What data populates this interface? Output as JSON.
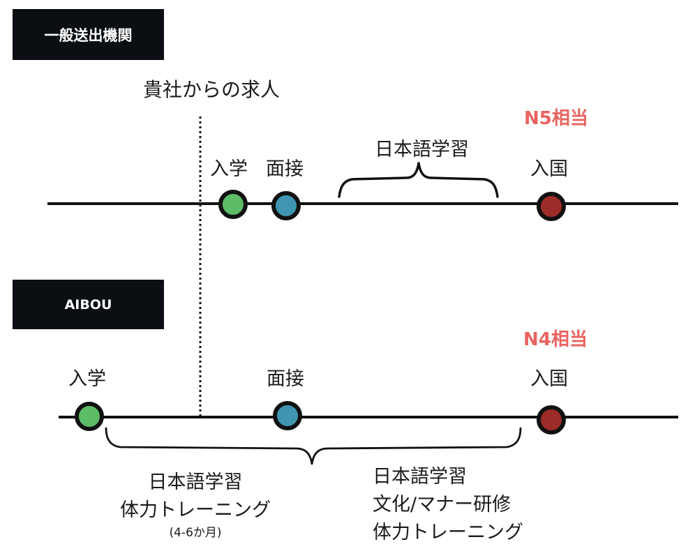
{
  "tracks": {
    "general": {
      "tag_label": "一般送出機関",
      "recruit_label": "貴社からの求人",
      "level_label": "N5相当",
      "admission_label": "入学",
      "interview_label": "面接",
      "entry_label": "入国",
      "study_label": "日本語学習"
    },
    "aibou": {
      "tag_label": "AIBOU",
      "level_label": "N4相当",
      "admission_label": "入学",
      "interview_label": "面接",
      "entry_label": "入国",
      "left_block": {
        "line1": "日本語学習",
        "line2": "体力トレーニング",
        "duration": "(4-6か月)"
      },
      "right_block": {
        "line1": "日本語学習",
        "line2": "文化/マナー研修",
        "line3": "体力トレーニング"
      }
    }
  },
  "colors": {
    "green": "#58b565",
    "blue": "#3d90aa",
    "dark_red": "#992b27",
    "highlight_red": "#e86360",
    "tag_bg": "#0b0f14",
    "line": "#111111"
  }
}
